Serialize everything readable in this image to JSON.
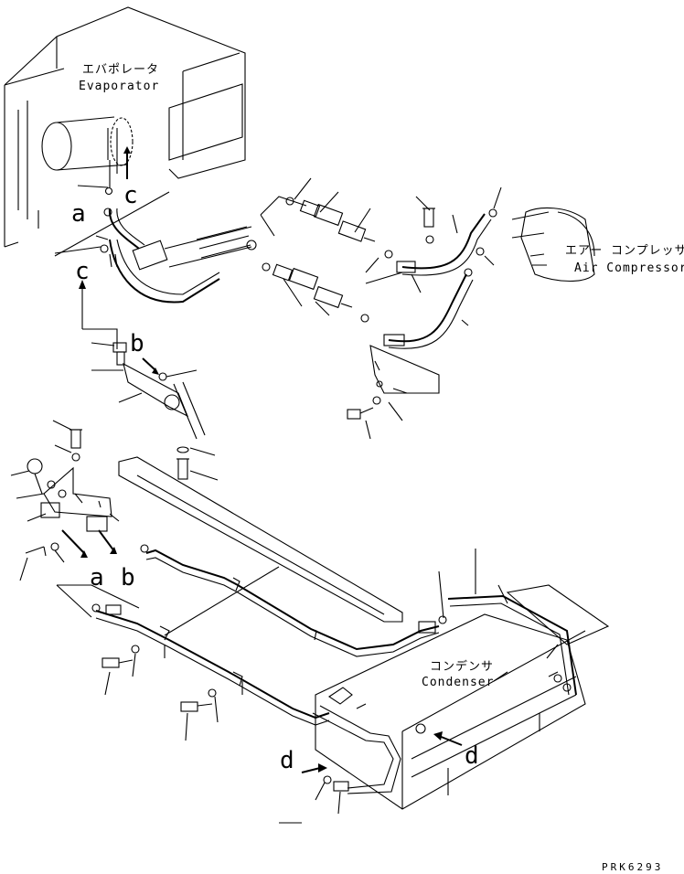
{
  "labels": {
    "evaporator_jp": "エバポレータ",
    "evaporator_en": "Evaporator",
    "compressor_jp": "エアー コンプレッサ",
    "compressor_en": "Air Compressor",
    "condenser_jp": "コンデンサ",
    "condenser_en": "Condenser",
    "ref_a": "a",
    "ref_b": "b",
    "ref_c": "c",
    "ref_d": "d",
    "code": "PRK6293"
  }
}
